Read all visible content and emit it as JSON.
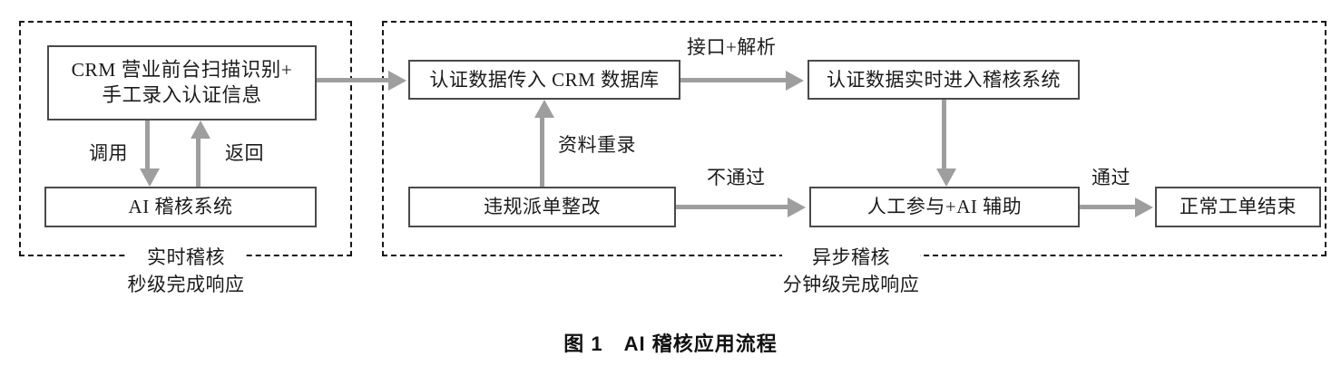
{
  "figure": {
    "caption": "图 1　AI 稽核应用流程"
  },
  "groups": {
    "realtime": {
      "caption_line1": "实时稽核",
      "caption_line2": "秒级完成响应"
    },
    "async": {
      "caption_line1": "异步稽核",
      "caption_line2": "分钟级完成响应"
    }
  },
  "nodes": {
    "crm_front_line1": "CRM 营业前台扫描识别+",
    "crm_front_line2": "手工录入认证信息",
    "ai_audit": "AI 稽核系统",
    "crm_db": "认证数据传入 CRM 数据库",
    "audit_realtime": "认证数据实时进入稽核系统",
    "rectify": "违规派单整改",
    "manual_ai": "人工参与+AI 辅助",
    "order_done": "正常工单结束"
  },
  "edges": {
    "call": "调用",
    "return": "返回",
    "interface_parse": "接口+解析",
    "data_reentry": "资料重录",
    "fail": "不通过",
    "pass": "通过"
  },
  "colors": {
    "box_border": "#4a4a4a",
    "group_border": "#171717",
    "connector": "#9e9e9e",
    "text": "#1b1b1b",
    "background": "#ffffff"
  }
}
